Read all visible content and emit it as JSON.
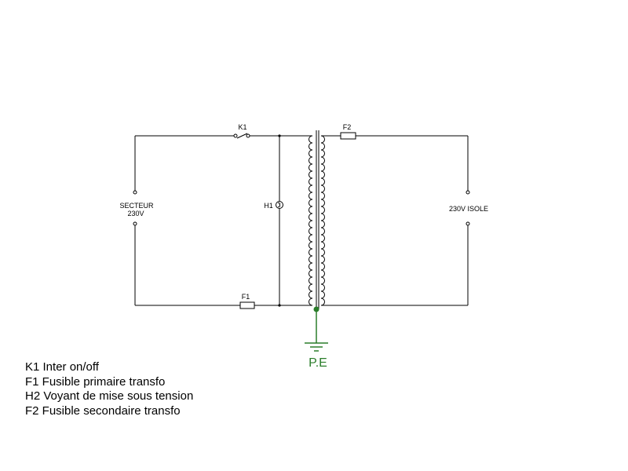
{
  "labels": {
    "k1": "K1",
    "f1": "F1",
    "f2": "F2",
    "h1": "H1",
    "source_line1": "SECTEUR",
    "source_line2": "230V",
    "output": "230V ISOLE",
    "earth": "P.E"
  },
  "legend": [
    "K1 Inter on/off",
    "F1 Fusible primaire transfo",
    "H2 Voyant de mise sous tension",
    "F2 Fusible secondaire transfo"
  ],
  "colors": {
    "wire": "#000000",
    "earth": "#2a7d2a"
  }
}
